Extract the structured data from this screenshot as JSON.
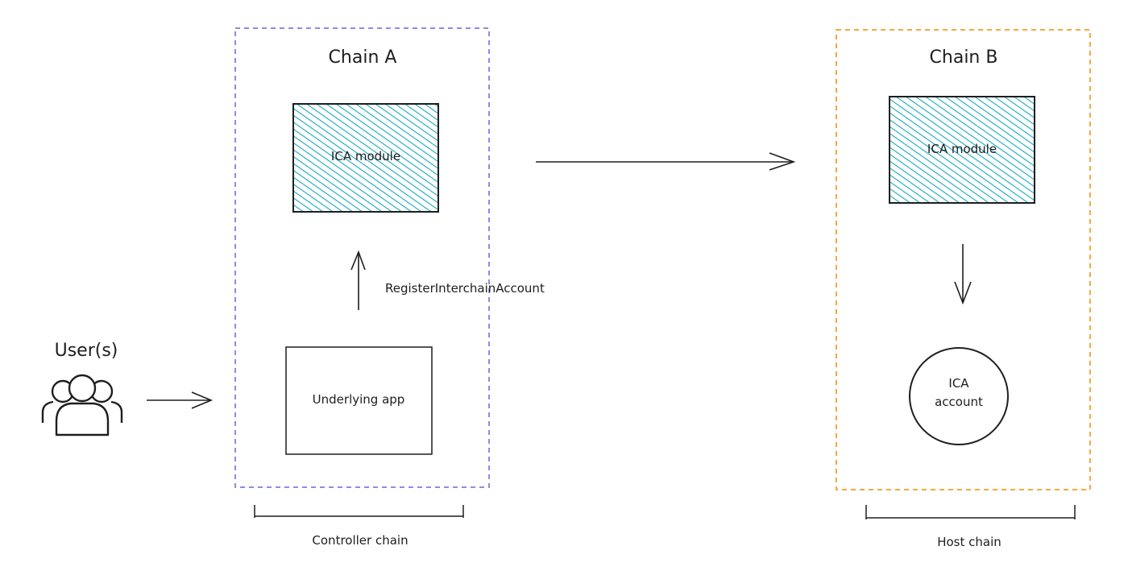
{
  "users": {
    "label": "User(s)"
  },
  "chain_a": {
    "title": "Chain A",
    "module_label": "ICA module",
    "app_label": "Underlying app",
    "action_label": "RegisterInterchainAccount",
    "role_label": "Controller chain",
    "border_color": "#6965db"
  },
  "chain_b": {
    "title": "Chain B",
    "module_label": "ICA module",
    "account_label_line1": "ICA",
    "account_label_line2": "account",
    "role_label": "Host chain",
    "border_color": "#f08c00"
  },
  "colors": {
    "module_fill": "#15aabf",
    "stroke": "#1e1e1e"
  },
  "icons": {
    "users": "users-group-icon"
  }
}
